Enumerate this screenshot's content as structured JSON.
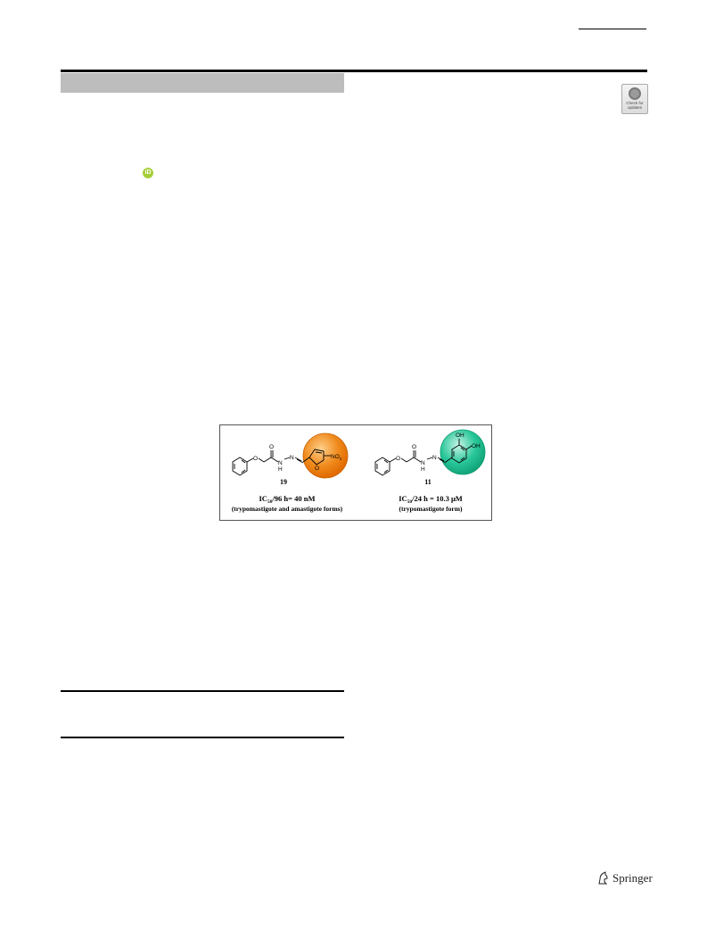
{
  "crossmark": {
    "line1": "Check for",
    "line2": "updates"
  },
  "orcid": {
    "glyph": "iD"
  },
  "figure": {
    "left": {
      "compound_number": "19",
      "ic_prefix": "IC",
      "ic_sub": "50",
      "ic_text": "/96 h= 40 nM",
      "forms": "(trypomastigote and amastigote forms)",
      "group_label": "NO",
      "group_sub": "2",
      "atoms": {
        "o_ether": "O",
        "o_carbonyl": "O",
        "n1": "N",
        "n2": "N",
        "h": "H",
        "o_furan": "O"
      },
      "highlight_color": "#f08a1c"
    },
    "right": {
      "compound_number": "11",
      "ic_prefix": "IC",
      "ic_sub": "50",
      "ic_text": "/24 h = 10.3 μM",
      "forms": "(trypomastigote form)",
      "atoms": {
        "o_ether": "O",
        "o_carbonyl": "O",
        "n1": "N",
        "n2": "N",
        "h": "H",
        "oh1": "OH",
        "oh2": "OH"
      },
      "highlight_color": "#29c79a"
    }
  },
  "publisher": {
    "name": "Springer"
  }
}
